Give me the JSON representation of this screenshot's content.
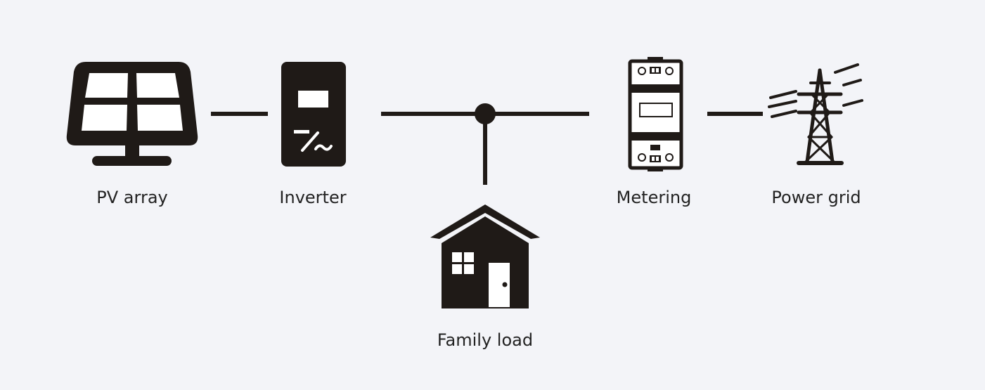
{
  "colors": {
    "background": "#f3f4f8",
    "icon": "#1f1a17",
    "text": "#222222"
  },
  "nodes": {
    "pv_array": {
      "label": "PV array",
      "icon": "solar-panel-icon"
    },
    "inverter": {
      "label": "Inverter",
      "icon": "inverter-icon"
    },
    "metering": {
      "label": "Metering",
      "icon": "electric-meter-icon"
    },
    "power_grid": {
      "label": "Power grid",
      "icon": "transmission-tower-icon"
    },
    "family_load": {
      "label": "Family load",
      "icon": "house-icon"
    }
  },
  "connections": [
    {
      "from": "PV array",
      "to": "Inverter"
    },
    {
      "from": "Inverter",
      "to": "Metering"
    },
    {
      "from": "Metering",
      "to": "Power grid"
    },
    {
      "from": "Inverter",
      "to": "Family load"
    }
  ]
}
